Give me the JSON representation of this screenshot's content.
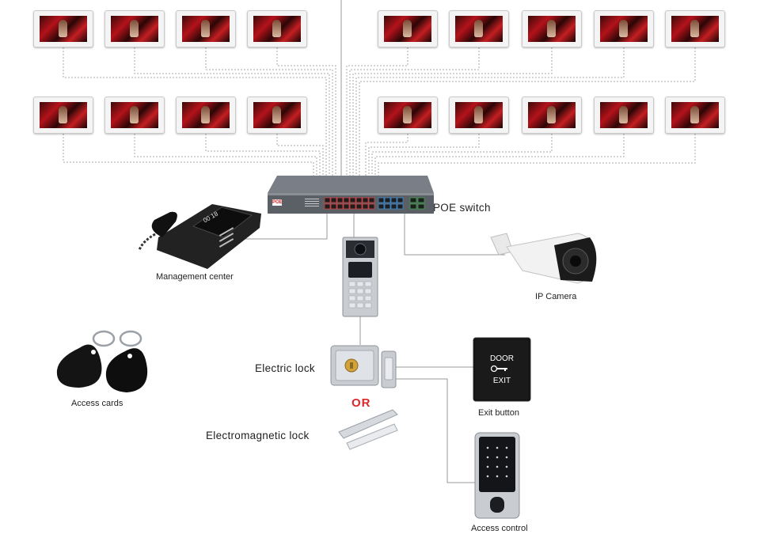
{
  "labels": {
    "poe_switch": "POE switch",
    "management_center": "Management center",
    "ip_camera": "IP Camera",
    "access_cards": "Access cards",
    "electric_lock": "Electric lock",
    "or": "OR",
    "electromagnetic_lock": "Electromagnetic lock",
    "exit_button": "Exit button",
    "access_control": "Access control"
  },
  "switch_brand": "POE",
  "exit_button_text": {
    "line1": "DOOR",
    "line2": "EXIT"
  },
  "phone_display": "00 18",
  "monitor_count": 18,
  "colors": {
    "or_text": "#d9272d",
    "wire": "#9a9a9a",
    "switch_body": "#5b5f66"
  }
}
